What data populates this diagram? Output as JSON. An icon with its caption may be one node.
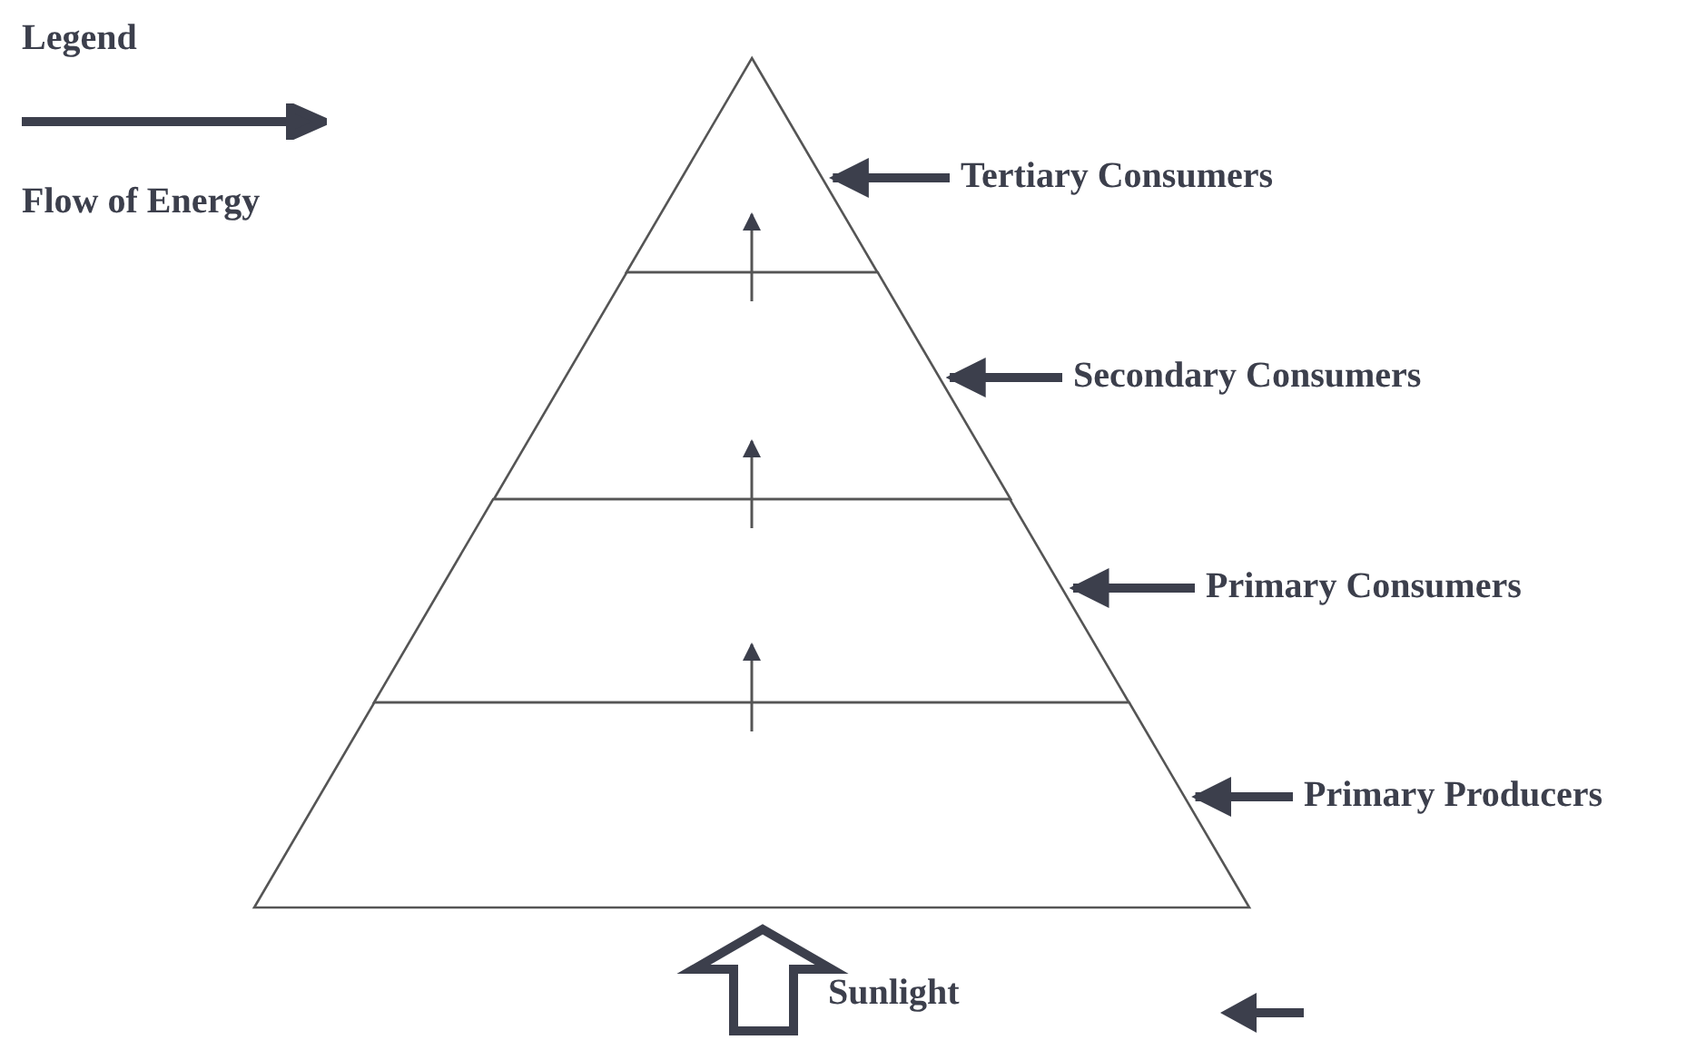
{
  "diagram": {
    "nodes": [
      {
        "text": [],
        "shape": "triangle"
      },
      {
        "text": [],
        "shape": "trapezoid"
      },
      {
        "text": [],
        "shape": "trapezoid"
      },
      {
        "text": [],
        "shape": "trapezoid"
      },
      {
        "text": [
          "Tertiary Consumers"
        ]
      },
      {
        "text": [
          "Secondary Consumers"
        ]
      },
      {
        "text": [
          "Primary Consumers"
        ]
      },
      {
        "text": [
          "Primary Producers"
        ]
      }
    ],
    "edges": [
      {
        "from": 4,
        "to": 0,
        "arrow": "to"
      },
      {
        "from": 5,
        "to": 1,
        "arrow": "to"
      },
      {
        "from": 6,
        "to": 2,
        "arrow": "to"
      },
      {
        "from": 7,
        "to": 3,
        "arrow": "to"
      },
      {
        "from": 1,
        "to": 0,
        "arrow": "to"
      },
      {
        "from": 2,
        "to": 1,
        "arrow": "to"
      },
      {
        "from": 3,
        "to": 2,
        "arrow": "to"
      },
      {
        "from": null,
        "to": 3,
        "arrow": "to"
      }
    ],
    "labels": [
      "Legend",
      "Sunlight"
    ],
    "legend": [
      {
        "text": "Flow of Energy"
      }
    ]
  }
}
